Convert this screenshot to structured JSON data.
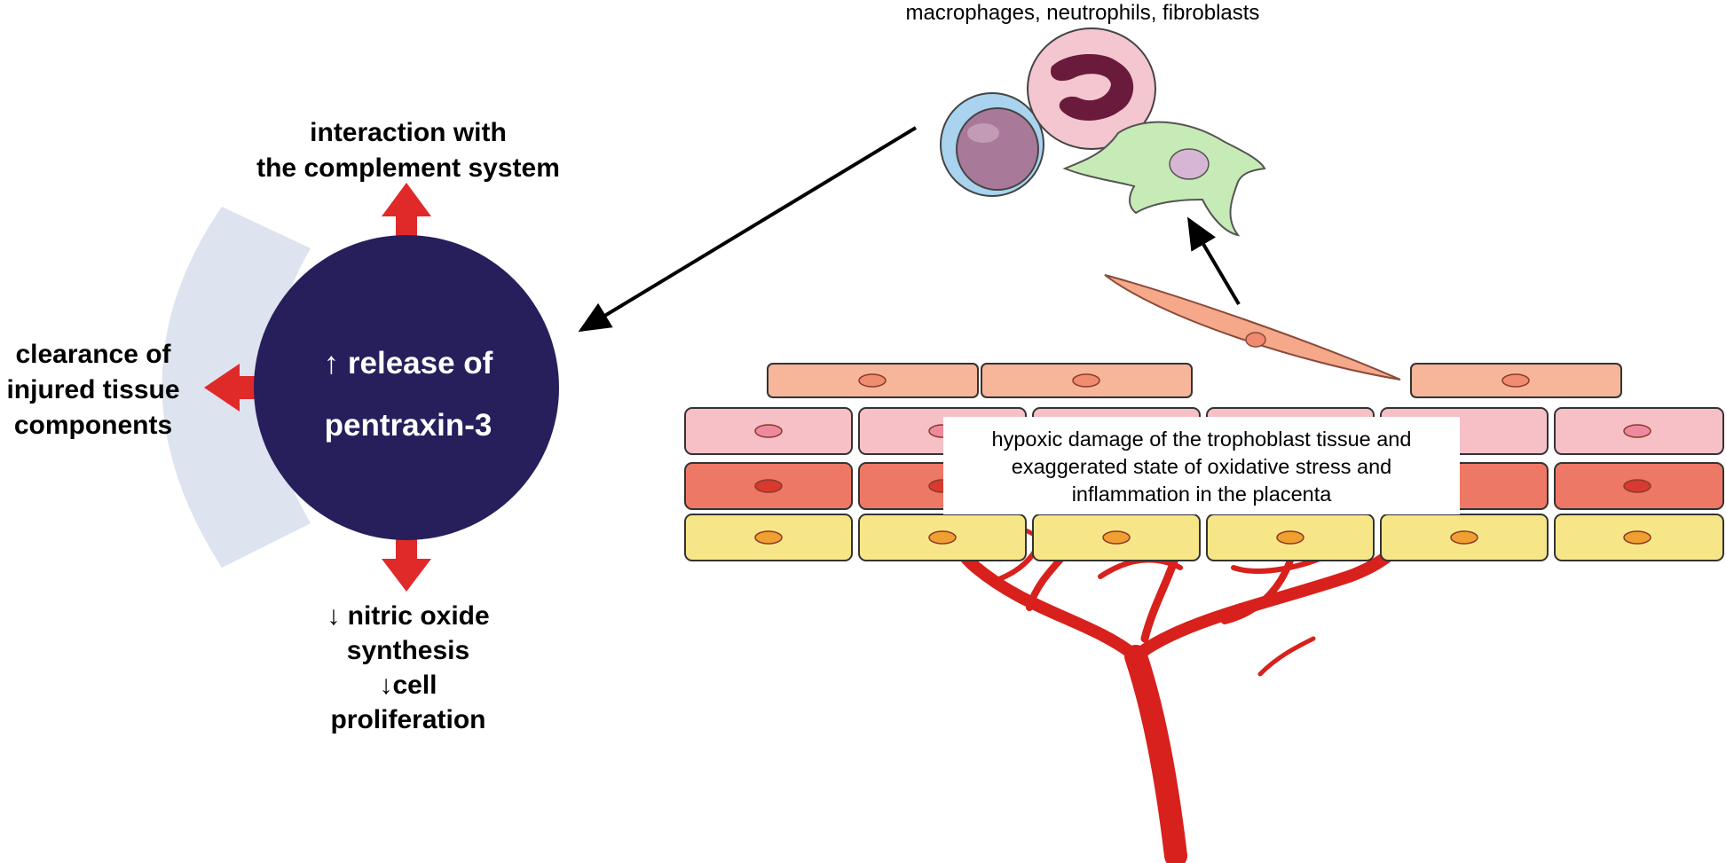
{
  "labels": {
    "complement": [
      "interaction with",
      "the complement system"
    ],
    "clearance": [
      "clearance of",
      "injured tissue",
      "components"
    ],
    "nitric": [
      "↓ nitric oxide",
      "synthesis",
      "↓cell",
      "proliferation"
    ],
    "circle": [
      "↑ release of",
      "pentraxin-3"
    ],
    "cells": "macrophages, neutrophils, fibroblasts",
    "hypoxic": [
      "hypoxic damage of the trophoblast tissue and",
      "exaggerated state of oxidative stress and",
      "inflammation in the placenta"
    ]
  },
  "colors": {
    "circle": "#261f5c",
    "arrow_red": "#e02a2a",
    "halo": "#dde3ef",
    "cell_row_top": "#f7b59a",
    "cell_row_pink": "#f7c0c6",
    "cell_row_red": "#ee7866",
    "cell_row_yellow": "#f7e688",
    "vessel": "#d8201c"
  },
  "icons": {
    "circle": "pentraxin-circle",
    "cells": [
      "macrophage-cell-icon",
      "neutrophil-cell-icon",
      "fibroblast-cell-icon"
    ],
    "tissue": "placenta-tissue-icon",
    "vessel": "blood-vessel-icon"
  }
}
